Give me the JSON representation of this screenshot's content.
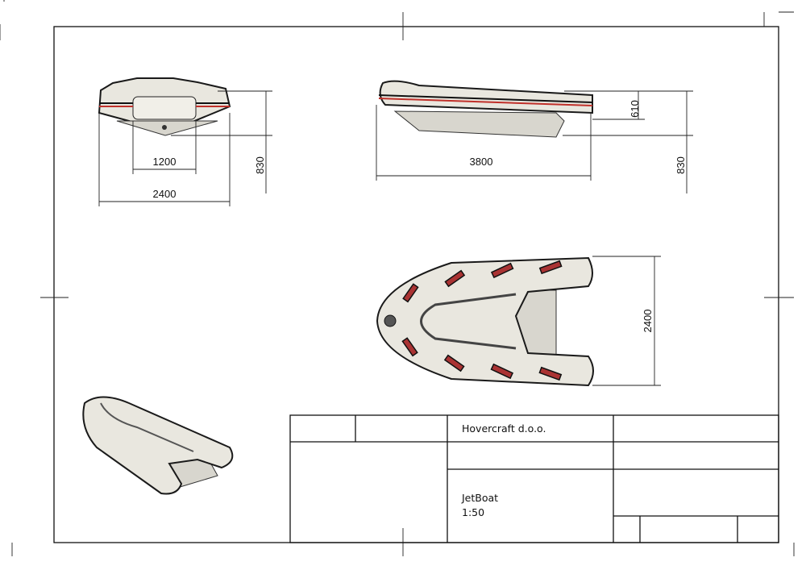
{
  "title_block": {
    "company": "Hovercraft d.o.o.",
    "part_name": "JetBoat",
    "scale": "1:50"
  },
  "views": {
    "front": {
      "beam_inner": "1200",
      "beam_overall": "2400",
      "height": "830"
    },
    "side": {
      "length": "3800",
      "tube_height": "610",
      "height": "830"
    },
    "top": {
      "beam": "2400"
    }
  },
  "colors": {
    "hull": "#e9e7df",
    "stripe": "#c0302a",
    "line": "#111111"
  }
}
